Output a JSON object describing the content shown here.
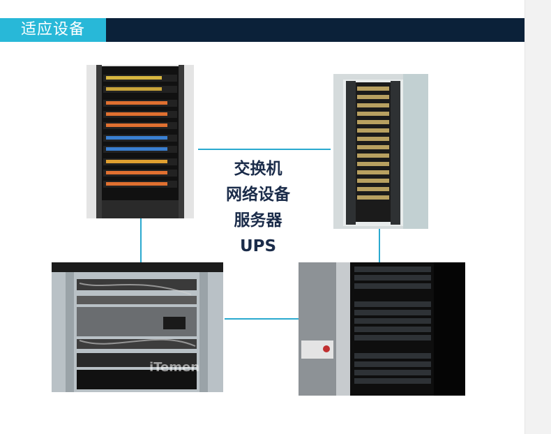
{
  "header": {
    "title": "适应设备"
  },
  "center_labels": [
    "交换机",
    "网络设备",
    "服务器",
    "UPS"
  ],
  "colors": {
    "header_bg": "#0b2139",
    "header_tab": "#28b8d8",
    "connector": "#2aa9cf",
    "label_text": "#1b2c4a"
  },
  "photo_watermark": "iTemen"
}
